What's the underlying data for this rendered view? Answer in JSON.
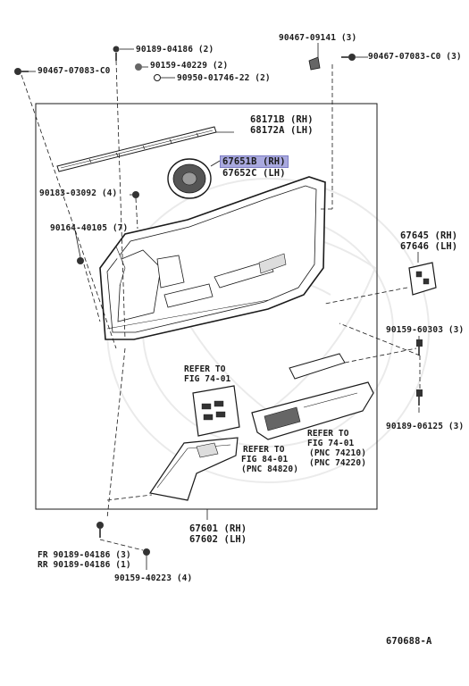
{
  "diagram_id": "670688-A",
  "labels": {
    "p_90467_07083_left": "90467-07083-C0",
    "p_90189_04186_top": "90189-04186 (2)",
    "p_90159_40229": "90159-40229 (2)",
    "p_90950_01746": "90950-01746-22 (2)",
    "p_90467_09141": "90467-09141 (3)",
    "p_90467_07083_right": "90467-07083-C0 (3)",
    "p_68171b": "68171B (RH)",
    "p_68172a": "68172A (LH)",
    "p_67651b": "67651B (RH)",
    "p_67652c": "67652C (LH)",
    "p_90183_03092": "90183-03092 (4)",
    "p_90164_40105": "90164-40105 (7)",
    "p_67645": "67645 (RH)",
    "p_67646": "67646 (LH)",
    "p_90159_60303": "90159-60303 (3)",
    "p_90189_06125": "90189-06125 (3)",
    "refer_74_01_a_line1": "REFER TO",
    "refer_74_01_a_line2": "FIG 74-01",
    "refer_84_01_line1": "REFER TO",
    "refer_84_01_line2": "FIG 84-01",
    "refer_84_01_line3": "(PNC 84820)",
    "refer_74_01_b_line1": "REFER TO",
    "refer_74_01_b_line2": "FIG 74-01",
    "refer_74_01_b_line3": "(PNC 74210)",
    "refer_74_01_b_line4": "(PNC 74220)",
    "p_67601": "67601 (RH)",
    "p_67602": "67602 (LH)",
    "fr_row": "FR  90189-04186 (3)",
    "rr_row": "RR  90189-04186 (1)",
    "p_90159_40223": "90159-40223 (4)"
  },
  "colors": {
    "line": "#1a1a1a",
    "highlight": "#a9a9df",
    "highlight_border": "#7c7cc4"
  },
  "icons": [
    "screw-icon",
    "clip-icon",
    "bolt-icon",
    "speaker-grille-icon"
  ]
}
